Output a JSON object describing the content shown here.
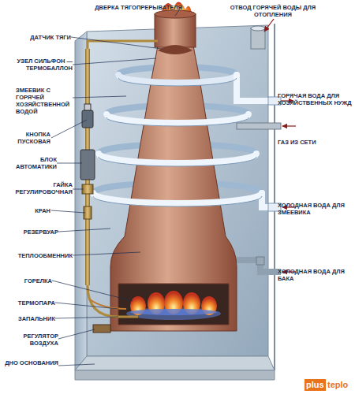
{
  "diagram": {
    "labels": [
      "ДВЕРКА ТЯГОПРЕРЫВАТЕЛЯ",
      "ОТВОД ГОРЯЧЕЙ ВОДЫ ДЛЯ ОТОПЛЕНИЯ",
      "ДАТЧИК ТЯГИ",
      "УЗЕЛ СИЛЬФОН — ТЕРМОБАЛЛОН",
      "ЗМЕЕВИК С ГОРЯЧЕЙ ХОЗЯЙСТВЕННОЙ ВОДОЙ",
      "ГОРЯЧАЯ ВОДА ДЛЯ ХОЗЯЙСТВЕННЫХ НУЖД",
      "КНОПКА ПУСКОВАЯ",
      "ГАЗ ИЗ СЕТИ",
      "БЛОК АВТОМАТИКИ",
      "ГАЙКА РЕГУЛИРОВОЧНАЯ",
      "КРАН",
      "ХОЛОДНАЯ ВОДА ДЛЯ ЗМЕЕВИКА",
      "РЕЗЕРВУАР",
      "ТЕПЛООБМЕННИК",
      "ХОЛОДНАЯ ВОДА ДЛЯ БАКА",
      "ГОРЕЛКА",
      "ТЕРМОПАРА",
      "ЗАПАЛЬНИК",
      "РЕГУЛЯТОР ВОЗДУХА",
      "ДНО ОСНОВАНИЯ",
      "plus",
      "teplo"
    ]
  }
}
